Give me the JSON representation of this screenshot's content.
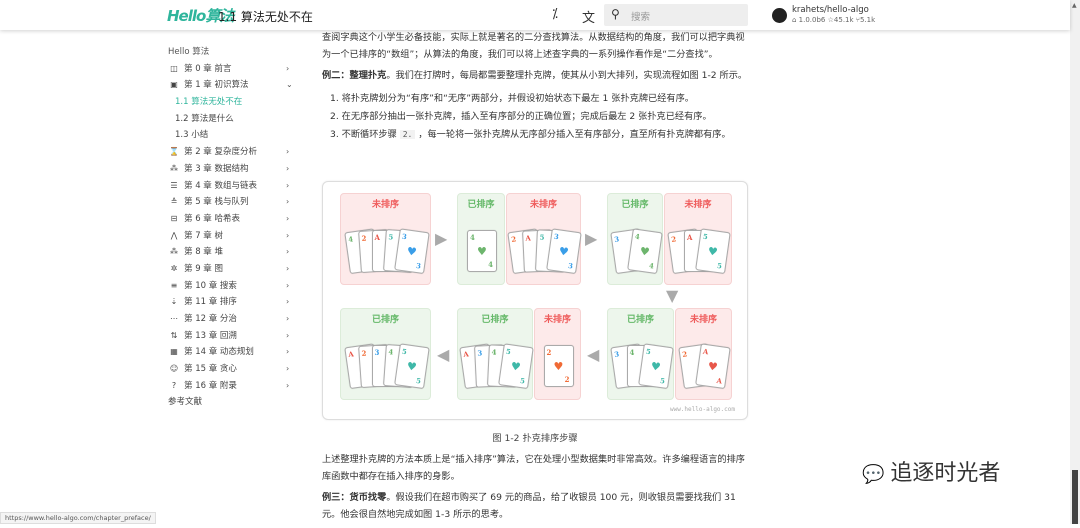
{
  "header": {
    "logo": "Hello算法",
    "title": "1.1  算法无处不在",
    "search_placeholder": "搜索",
    "repo": "krahets/hello-algo",
    "version": "1.0.0b6",
    "stars": "45.1k",
    "forks": "5.1k"
  },
  "sidebar": {
    "title": "Hello 算法",
    "items": [
      {
        "label": "第 0 章  前言",
        "icon": "book-icon",
        "glyph": "◫",
        "chev": "›"
      },
      {
        "label": "第 1 章  初识算法",
        "icon": "calculator-icon",
        "glyph": "▣",
        "chev": "⌄"
      },
      {
        "label": "1.1  算法无处不在",
        "sub": true,
        "active": true
      },
      {
        "label": "1.2  算法是什么",
        "sub": true
      },
      {
        "label": "1.3  小结",
        "sub": true
      },
      {
        "label": "第 2 章  复杂度分析",
        "icon": "hourglass-icon",
        "glyph": "⌛",
        "chev": "›"
      },
      {
        "label": "第 3 章  数据结构",
        "icon": "shapes-icon",
        "glyph": "⁂",
        "chev": "›"
      },
      {
        "label": "第 4 章  数组与链表",
        "icon": "list-icon",
        "glyph": "☰",
        "chev": "›"
      },
      {
        "label": "第 5 章  栈与队列",
        "icon": "stack-icon",
        "glyph": "≙",
        "chev": "›"
      },
      {
        "label": "第 6 章  哈希表",
        "icon": "table-search-icon",
        "glyph": "⊟",
        "chev": "›"
      },
      {
        "label": "第 7 章  树",
        "icon": "tree-icon",
        "glyph": "⋀",
        "chev": "›"
      },
      {
        "label": "第 8 章  堆",
        "icon": "heap-icon",
        "glyph": "⁂",
        "chev": "›"
      },
      {
        "label": "第 9 章  图",
        "icon": "graph-icon",
        "glyph": "✲",
        "chev": "›"
      },
      {
        "label": "第 10 章  搜索",
        "icon": "text-search-icon",
        "glyph": "≡",
        "chev": "›"
      },
      {
        "label": "第 11 章  排序",
        "icon": "sort-icon",
        "glyph": "⇣",
        "chev": "›"
      },
      {
        "label": "第 12 章  分治",
        "icon": "dots-icon",
        "glyph": "⋯",
        "chev": "›"
      },
      {
        "label": "第 13 章  回溯",
        "icon": "backtrack-icon",
        "glyph": "⇅",
        "chev": "›"
      },
      {
        "label": "第 14 章  动态规划",
        "icon": "grid-icon",
        "glyph": "▦",
        "chev": "›"
      },
      {
        "label": "第 15 章  贪心",
        "icon": "head-icon",
        "glyph": "☺",
        "chev": "›"
      },
      {
        "label": "第 16 章  附录",
        "icon": "help-icon",
        "glyph": "?",
        "chev": "›"
      },
      {
        "label": "参考文献",
        "plain": true
      }
    ]
  },
  "content": {
    "p1": "查阅字典这个小学生必备技能，实际上就是著名的二分查找算法。从数据结构的角度，我们可以把字典视为一个已排序的“数组”；从算法的角度，我们可以将上述查字典的一系列操作看作是“二分查找”。",
    "ex2_bold": "例二：整理扑克",
    "ex2_text": "。我们在打牌时，每局都需要整理扑克牌，使其从小到大排列，实现流程如图 1-2 所示。",
    "steps": [
      "1. 将扑克牌划分为“有序”和“无序”两部分，并假设初始状态下最左 1 张扑克牌已经有序。",
      "2. 在无序部分抽出一张扑克牌，插入至有序部分的正确位置；完成后最左 2 张扑克已经有序。"
    ],
    "step3_a": "3. 不断循环步骤 ",
    "step3_code": "2.",
    "step3_b": " ，每一轮将一张扑克牌从无序部分插入至有序部分，直至所有扑克牌都有序。",
    "caption": "图 1-2  扑克排序步骤",
    "p3": "上述整理扑克牌的方法本质上是“插入排序”算法，它在处理小型数据集时非常高效。许多编程语言的排序库函数中都存在插入排序的身影。",
    "ex3_bold": "例三：货币找零",
    "ex3_text": "。假设我们在超市购买了 69 元的商品，给了收银员 100 元，则收银员需要找我们 31 元。他会很自然地完成如图 1-3 所示的思考。"
  },
  "figure": {
    "sorted_label": "已排序",
    "unsorted_label": "未排序",
    "watermark": "www.hello-algo.com",
    "colors": {
      "A": "#e8574a",
      "2": "#f06a35",
      "3": "#3a9ee8",
      "4": "#6db56d",
      "5": "#3fb8a8"
    },
    "steps": [
      {
        "sorted": [],
        "unsorted": [
          "4",
          "2",
          "A",
          "5",
          "3"
        ]
      },
      {
        "sorted": [
          "4"
        ],
        "unsorted": [
          "2",
          "A",
          "5",
          "3"
        ]
      },
      {
        "sorted": [
          "3",
          "4"
        ],
        "unsorted": [
          "2",
          "A",
          "5"
        ]
      },
      {
        "sorted": [
          "3",
          "4",
          "5"
        ],
        "unsorted": [
          "2",
          "A"
        ]
      },
      {
        "sorted": [
          "A",
          "3",
          "4",
          "5"
        ],
        "unsorted": [
          "2"
        ]
      },
      {
        "sorted": [
          "A",
          "2",
          "3",
          "4",
          "5"
        ],
        "unsorted": []
      }
    ]
  },
  "watermark": "追逐时光者",
  "status_url": "https://www.hello-algo.com/chapter_preface/"
}
